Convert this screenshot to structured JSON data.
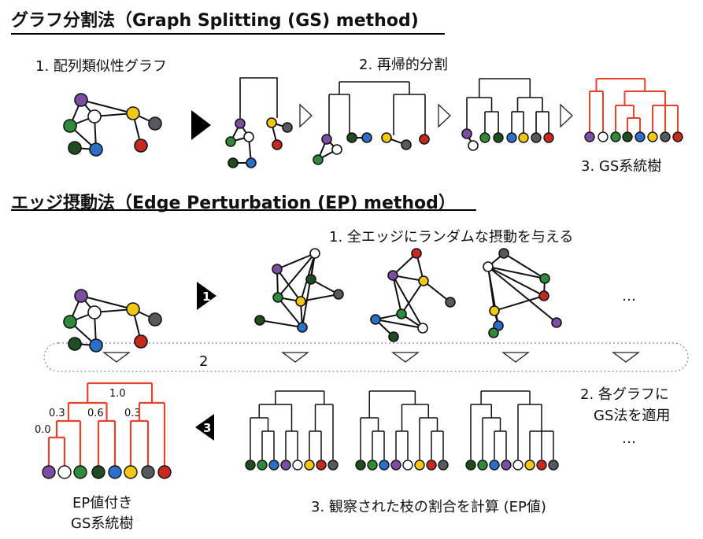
{
  "gs": {
    "title": "グラフ分割法（Graph Splitting (GS) method)",
    "step1": "1. 配列類似性グラフ",
    "step2": "2. 再帰的分割",
    "step3": "3. GS系統樹"
  },
  "ep": {
    "title": "エッジ摂動法（Edge Perturbation (EP) method）",
    "step1": "1. 全エッジにランダムな摂動を与える",
    "ellipsis": "…",
    "step2_band": "2",
    "step2_line1": "2. 各グラフに",
    "step2_line2": "GS法を適用",
    "step3": "3. 観察された枝の割合を計算 (EP値)",
    "badge1": "1",
    "badge3": "3",
    "tree_label_line1": "EP値付き",
    "tree_label_line2": "GS系統樹",
    "ep_values": [
      "1.0",
      "0.3",
      "0.6",
      "0.3",
      "0.0"
    ]
  },
  "colors": {
    "purple": "#7b4ea3",
    "white": "#ffffff",
    "green": "#2e8b3a",
    "darkgreen": "#1f4d1f",
    "blue": "#2c6fc9",
    "yellow": "#f2c811",
    "gray": "#555a5e",
    "red": "#c8291e",
    "tree_red": "#e8412c"
  }
}
